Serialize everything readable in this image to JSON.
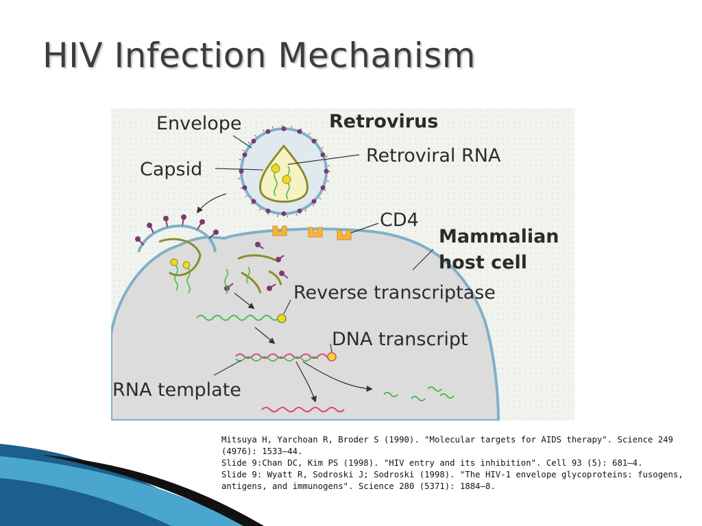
{
  "slide": {
    "title": "HIV Infection Mechanism"
  },
  "diagram": {
    "labels": {
      "envelope": "Envelope",
      "retrovirus": "Retrovirus",
      "retroviral_rna": "Retroviral RNA",
      "capsid": "Capsid",
      "cd4": "CD4",
      "mammalian_line1": "Mammalian",
      "mammalian_line2": "host cell",
      "reverse_transcriptase": "Reverse transcriptase",
      "dna_transcript": "DNA transcript",
      "rna_template": "RNA template"
    },
    "colors": {
      "background": "#f1f3ee",
      "cell_fill": "#dedede",
      "membrane": "#7fb0c8",
      "capsid_fill": "#f5f3c4",
      "capsid_stroke": "#8d8b2a",
      "spike": "#7d3a6e",
      "rna": "#4fb84a",
      "dna": "#d4447e",
      "receptor": "#f3b53a",
      "enzyme": "#f2d81e"
    }
  },
  "references": [
    "Mitsuya H, Yarchoan R, Broder S (1990). \"Molecular targets for AIDS therapy\". Science 249 (4976): 1533–44.",
    "Slide 9:Chan DC, Kim PS (1998). \"HIV entry and its inhibition\". Cell 93 (5): 681–4.",
    "Slide 9: Wyatt R, Sodroski J; Sodroski (1998). \"The HIV-1 envelope glycoproteins: fusogens, antigens, and immunogens\". Science 280 (5371): 1884–8."
  ],
  "decoration": {
    "swoosh_colors": [
      "#1b5f8c",
      "#4aa6cf",
      "#111111"
    ]
  }
}
